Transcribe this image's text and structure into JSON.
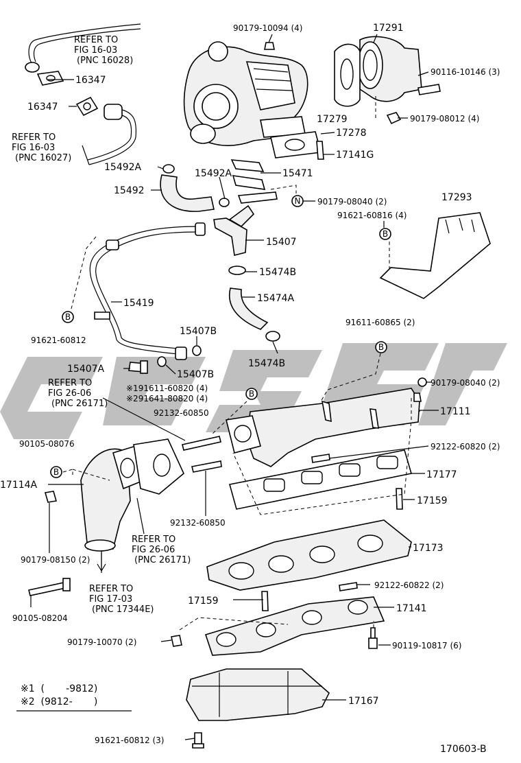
{
  "watermark_text": "",
  "footer": {
    "drawing_number": "170603-B"
  },
  "legend": {
    "row1": "※1  (       -9812)",
    "row2": "※2  (9812-       )"
  },
  "callout_letters": {
    "B": "B",
    "N": "N"
  },
  "labels": {
    "refer_16028_a": "REFER TO",
    "refer_16028_b": "FIG 16-03",
    "refer_16028_c": "(PNC 16028)",
    "refer_16027_a": "REFER TO",
    "refer_16027_b": "FIG 16-03",
    "refer_16027_c": "(PNC 16027)",
    "refer_26171a_a": "REFER TO",
    "refer_26171a_b": "FIG 26-06",
    "refer_26171a_c": "(PNC 26171)",
    "refer_26171b_a": "REFER TO",
    "refer_26171b_b": "FIG 26-06",
    "refer_26171b_c": "(PNC 26171)",
    "refer_17344e_a": "REFER TO",
    "refer_17344e_b": "FIG 17-03",
    "refer_17344e_c": "(PNC 17344E)",
    "p16347_r": "16347",
    "p16347_l": "16347",
    "p90179_10094": "90179-10094 (4)",
    "p17291": "17291",
    "p90116_10146": "90116-10146 (3)",
    "p17279": "17279",
    "p90179_08012": "90179-08012 (4)",
    "p17278": "17278",
    "p17141G": "17141G",
    "p15492A_1": "15492A",
    "p15492A_2": "15492A",
    "p15471": "15471",
    "p15492": "15492",
    "p90179_08040_a": "90179-08040 (2)",
    "p17293": "17293",
    "p91621_60816": "91621-60816 (4)",
    "p15407": "15407",
    "p15474B_1": "15474B",
    "p15474A": "15474A",
    "p15419": "15419",
    "p91621_60812_a": "91621-60812",
    "p15407B_1": "15407B",
    "p91611_60865": "91611-60865 (2)",
    "p15474B_2": "15474B",
    "p15407A": "15407A",
    "p15407B_2": "15407B",
    "p90179_08040_b": "90179-08040 (2)",
    "p191611": "※191611-60820 (4)",
    "p291641": "※291641-80820 (4)",
    "p17111": "17111",
    "p92132_60850_a": "92132-60850",
    "p90105_08076": "90105-08076",
    "p92122_60820": "92122-60820 (2)",
    "p17177": "17177",
    "p17114A": "17114A",
    "p17159_a": "17159",
    "p92132_60850_b": "92132-60850",
    "p17173": "17173",
    "p90179_08150": "90179-08150 (2)",
    "p92122_60822": "92122-60822 (2)",
    "p17159_b": "17159",
    "p17141": "17141",
    "p90105_08204": "90105-08204",
    "p90179_10070": "90179-10070 (2)",
    "p90119_10817": "90119-10817 (6)",
    "p17167": "17167",
    "p91621_60812_b": "91621-60812 (3)"
  }
}
